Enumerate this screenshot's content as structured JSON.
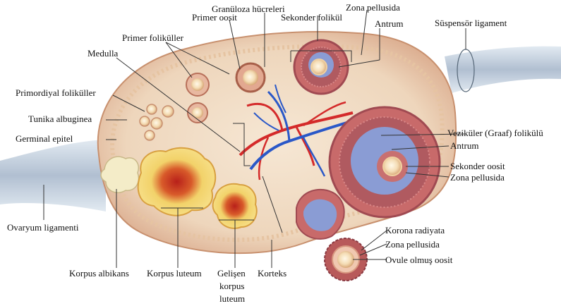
{
  "labels": {
    "granuloza": "Granüloza hücreleri",
    "zona_top": "Zona pellusida",
    "primer_oosit": "Primer oosit",
    "sekonder_folikul": "Sekonder folikül",
    "antrum_top": "Antrum",
    "suspensor": "Süspensör ligament",
    "primer_folikuller": "Primer foliküller",
    "medulla": "Medulla",
    "primordiyal": "Primordiyal foliküller",
    "tunika": "Tunika albuginea",
    "germinal": "Germinal epitel",
    "graaf": "Veziküler (Graaf) folikülü",
    "antrum_right": "Antrum",
    "sekonder_oosit": "Sekonder oosit",
    "zona_right": "Zona pellusida",
    "ovaryum": "Ovaryum ligamenti",
    "korona": "Korona radiyata",
    "zona_bottom": "Zona pellusida",
    "ovule": "Ovule olmuş oosit",
    "albikans": "Korpus albikans",
    "luteum": "Korpus luteum",
    "gelisen_1": "Gelişen",
    "gelisen_2": "korpus",
    "gelisen_3": "luteum",
    "korteks": "Korteks"
  },
  "colors": {
    "ovary_fill": "#f0dcc4",
    "cortex": "#e8c9a8",
    "rim": "#d9a88a",
    "follicle_ring": "#b0505a",
    "antrum": "#8a9cd4",
    "artery": "#d42a2a",
    "vein": "#2a58c8",
    "corpus_luteum": "#f2d26a",
    "luteum_core": "#c8281e",
    "albicans": "#f4ecc8",
    "ligament": "#b8c8d8"
  }
}
